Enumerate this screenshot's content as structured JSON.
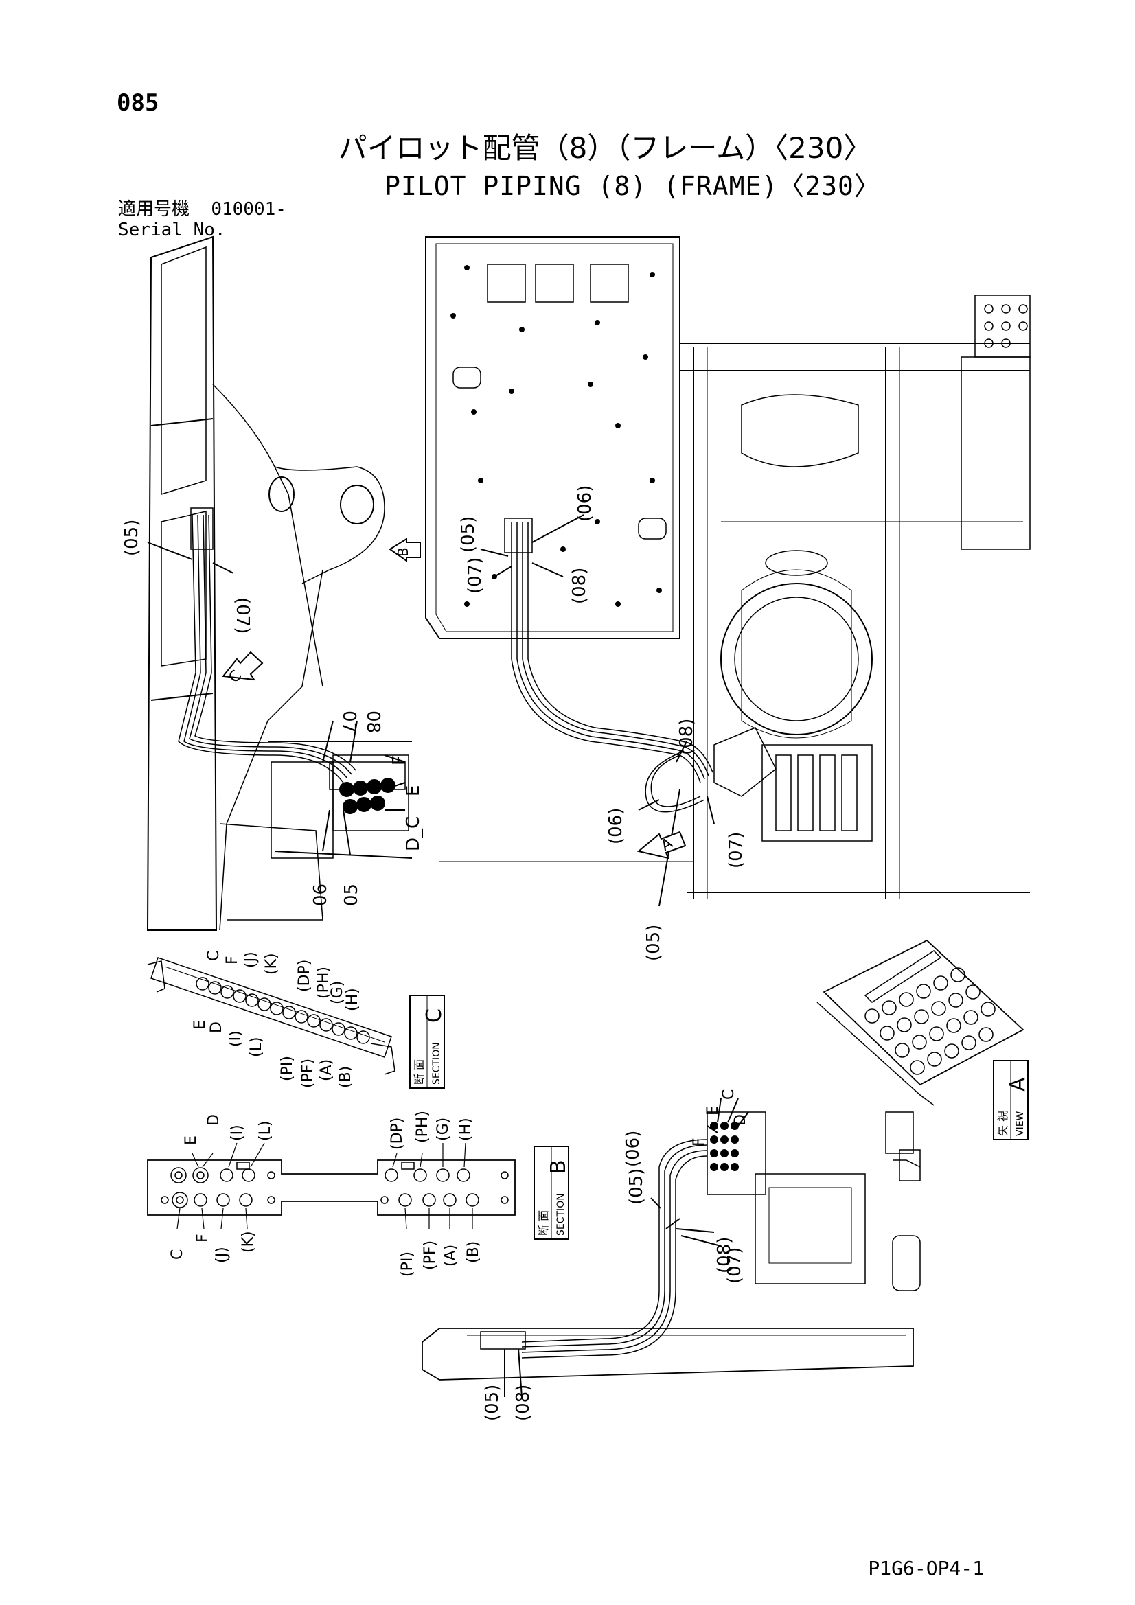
{
  "page_number": "085",
  "title_jp": "パイロット配管（8）（フレーム）〈230〉",
  "title_en": "PILOT PIPING (8) (FRAME)〈230〉",
  "serial": {
    "label_jp": "適用号機",
    "value": "010001-",
    "label_en": "Serial No."
  },
  "footer_code": "P1G6-OP4-1",
  "callouts": {
    "p05": "(05)",
    "p06": "(06)",
    "p07": "(07)",
    "p08": "(08)",
    "n05": "05",
    "n06": "06",
    "n07": "07",
    "n08": "08",
    "d_c": "D_C"
  },
  "view_markers": {
    "a": "A",
    "b": "B",
    "c": "C"
  },
  "ports": {
    "C": "C",
    "D": "D",
    "E": "E",
    "F": "F",
    "I": "(I)",
    "J": "(J)",
    "K": "(K)",
    "L": "(L)",
    "DP": "(DP)",
    "PH": "(PH)",
    "G": "(G)",
    "H": "(H)",
    "PI": "(PI)",
    "PF": "(PF)",
    "A": "(A)",
    "B": "(B)"
  },
  "section_c": {
    "jp": "断 面",
    "en": "SECTION",
    "letter": "C"
  },
  "section_b": {
    "jp": "断 面",
    "en": "SECTION",
    "letter": "B"
  },
  "view_a": {
    "jp": "矢 視",
    "en": "VIEW",
    "letter": "A"
  }
}
